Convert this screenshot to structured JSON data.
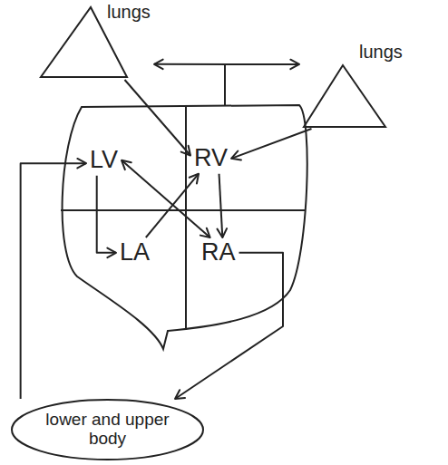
{
  "diagram": {
    "nodes": [
      {
        "text": [
          "lungs"
        ]
      },
      {
        "text": [
          "lungs"
        ]
      },
      {
        "text": [
          "LV"
        ]
      },
      {
        "text": [
          "RV"
        ]
      },
      {
        "text": [
          "LA"
        ]
      },
      {
        "text": [
          "RA"
        ]
      },
      {
        "text": [
          "lower and upper body"
        ]
      }
    ],
    "edges": [
      {
        "from": 0,
        "to": 1,
        "arrow": "both"
      },
      {
        "from": 0,
        "to": 3,
        "arrow": "to"
      },
      {
        "from": 1,
        "to": 3,
        "arrow": "to"
      },
      {
        "from": 2,
        "to": 5,
        "arrow": "both"
      },
      {
        "from": 4,
        "to": 3,
        "arrow": "to"
      },
      {
        "from": 2,
        "to": 4,
        "arrow": "to"
      },
      {
        "from": 3,
        "to": 5,
        "arrow": "to"
      },
      {
        "from": 5,
        "to": 6,
        "arrow": "to"
      },
      {
        "from": 6,
        "to": 2,
        "arrow": "to"
      }
    ]
  }
}
